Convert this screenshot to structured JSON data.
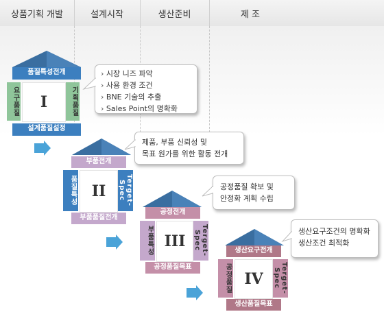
{
  "header": {
    "columns": [
      "상품기획 개발",
      "설계시작",
      "생산준비",
      "제 조"
    ]
  },
  "houses": [
    {
      "numeral": "I",
      "top": "품질특성전개",
      "bottom": "설계품질설정",
      "left": "요구품질",
      "right": "기획품질",
      "colors": {
        "roof": "#3a6ea0",
        "band": "#3c7fbf",
        "left": "#8fc59a",
        "right": "#8fc59a"
      }
    },
    {
      "numeral": "II",
      "top": "부품전개",
      "bottom": "부품품질전개",
      "left": "품질특성",
      "right": "Terget-Spec",
      "colors": {
        "roof": "#3a6ea0",
        "band": "#c4a8cc",
        "left": "#3c7fbf",
        "right": "#3c7fbf"
      }
    },
    {
      "numeral": "III",
      "top": "공정전개",
      "bottom": "공정품질목표",
      "left": "부품특성",
      "right": "Terget-Spec",
      "colors": {
        "roof": "#3a6ea0",
        "band": "#c48fa8",
        "left": "#c4a8cc",
        "right": "#c4a8cc"
      }
    },
    {
      "numeral": "IV",
      "top": "생산요구전개",
      "bottom": "생산품질목표",
      "left": "공정품질",
      "right": "Terget-Spec",
      "colors": {
        "roof": "#3a6ea0",
        "band": "#b07888",
        "left": "#c48fa8",
        "right": "#c48fa8"
      }
    }
  ],
  "callouts": [
    {
      "items": [
        "시장 니즈 파악",
        "사용 환경 조건",
        "BNE 기술의 추출",
        "Sales Point의 명확화"
      ]
    },
    {
      "lines": [
        "제품, 부품 신뢰성 및",
        "목표 원가를 위한 활동 전개"
      ]
    },
    {
      "lines": [
        "공정품질 확보 및",
        "안정화 계획 수립"
      ]
    },
    {
      "lines": [
        "생산요구조건의 명확화",
        "생산조건 최적화"
      ]
    }
  ]
}
